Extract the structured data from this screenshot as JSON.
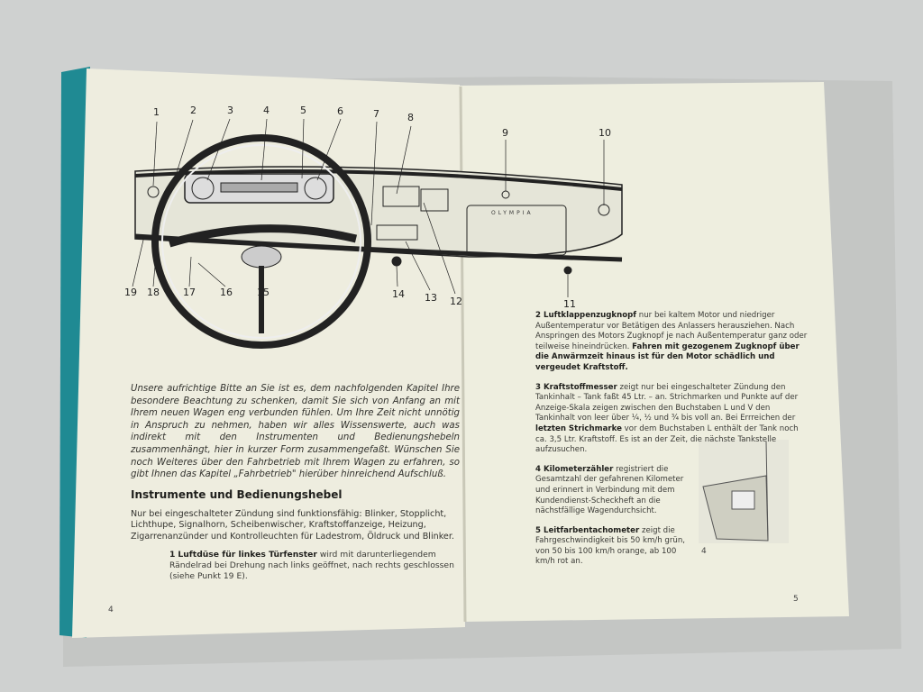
{
  "left_page": {
    "intro": "Unsere aufrichtige Bitte an Sie ist es, dem nachfolgenden Kapitel Ihre besondere Beachtung zu schenken, damit Sie sich von Anfang an mit Ihrem neuen Wagen eng verbunden fühlen. Um Ihre Zeit nicht unnötig in Anspruch zu nehmen, haben wir alles Wissenswerte, auch was indirekt mit den Instrumenten und Bedienungshebeln zusammenhängt, hier in kurzer Form zusammengefaßt. Wünschen Sie noch Weiteres über den Fahrbetrieb mit Ihrem Wagen zu erfahren, so gibt Ihnen das Kapitel „Fahrbetrieb\" hierüber hinreichend Aufschluß.",
    "heading": "Instrumente und Bedienungshebel",
    "paragraph": "Nur bei eingeschalteter Zündung sind funktionsfähig: Blinker, Stopplicht, Lichthupe, Signalhorn, Scheibenwischer, Kraftstoffanzeige, Heizung, Zigarrenanzünder und Kontrolleuchten für Ladestrom, Öldruck und Blinker.",
    "item1": {
      "num": "1",
      "title": "Luftdüse für linkes Türfenster",
      "text": "wird mit darunterliegendem Rändelrad bei Drehung nach links geöffnet, nach rechts geschlossen (siehe Punkt 19 E)."
    },
    "page_number": "4"
  },
  "diagram": {
    "callouts_top": [
      "1",
      "2",
      "3",
      "4",
      "5",
      "6",
      "7",
      "8",
      "9",
      "10"
    ],
    "callouts_bottom": [
      "19",
      "18",
      "17",
      "16",
      "15",
      "14",
      "13",
      "12",
      "11"
    ],
    "dash_badge": "OLYMPIA"
  },
  "right_page": {
    "items": [
      {
        "num": "2",
        "title": "Luftklappenzugknopf",
        "text": "nur bei kaltem Motor und niedriger Außentemperatur vor Betätigen des Anlassers herausziehen. Nach Anspringen des Motors Zugknopf je nach Außentemperatur ganz oder teilweise hineindrücken.",
        "bold_text": "Fahren mit gezogenem Zugknopf über die Anwärmzeit hinaus ist für den Motor schädlich und vergeudet Kraftstoff."
      },
      {
        "num": "3",
        "title": "Kraftstoffmesser",
        "text": "zeigt nur bei eingeschalteter Zündung den Tankinhalt – Tank faßt 45 Ltr. – an. Strichmarken und Punkte auf der Anzeige-Skala zeigen zwischen den Buchstaben L und V den Tankinhalt von leer über ¼, ½ und ¾ bis voll an. Bei Errreichen der",
        "bold_text": "letzten Strichmarke",
        "text2": "vor dem Buchstaben L enthält der Tank noch ca. 3,5 Ltr. Kraftstoff. Es ist an der Zeit, die nächste Tankstelle aufzusuchen."
      },
      {
        "num": "4",
        "title": "Kilometerzähler",
        "text": "registriert die Gesamtzahl der gefahrenen Kilometer und erinnert in Verbindung mit dem Kundendienst-Scheckheft an die nächstfällige Wagendurchsicht."
      },
      {
        "num": "5",
        "title": "Leitfarbentachometer",
        "text": "zeigt die Fahrgeschwindigkeit bis 50 km/h grün, von 50 bis 100 km/h orange, ab 100 km/h rot an."
      }
    ],
    "figure_label": "4",
    "page_number": "5"
  }
}
